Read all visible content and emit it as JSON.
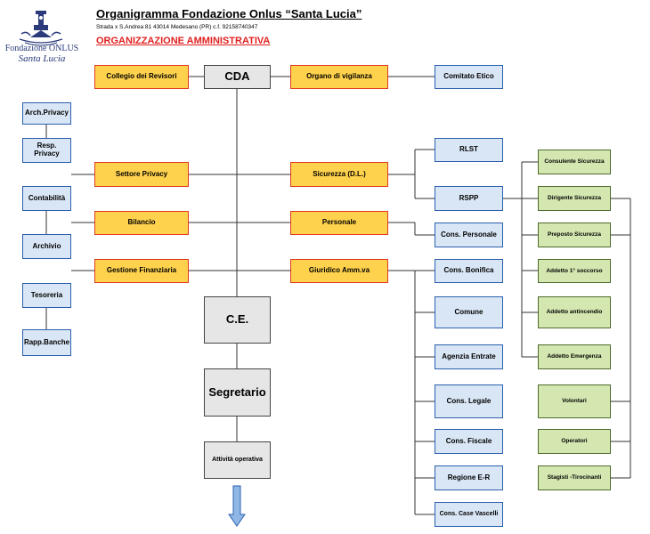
{
  "header": {
    "title": "Organigramma Fondazione Onlus “Santa Lucia”",
    "address": "Strada x S.Andrea 81  43014 Medesano (PR) c.f. 92158740347",
    "section": "ORGANIZZAZIONE AMMINISTRATIVA"
  },
  "logo": {
    "line1": "Fondazione ONLUS",
    "line2": "Santa Lucia"
  },
  "nodes": {
    "cda": "CDA",
    "collegio": "Collegio dei Revisori",
    "vigilanza": "Organo di vigilanza",
    "comitato": "Comitato Etico",
    "arch_privacy": "Arch.Privacy",
    "resp_privacy": "Resp. Privacy",
    "settore_privacy": "Settore Privacy",
    "sicurezza": "Sicurezza (D.L.)",
    "rlst": "RLST",
    "rspp": "RSPP",
    "contabilita": "Contabilità",
    "archivio": "Archivio",
    "bilancio": "Bilancio",
    "personale": "Personale",
    "cons_personale": "Cons. Personale",
    "gestione_fin": "Gestione Finanziaria",
    "giuridico": "Giuridico Amm.va",
    "cons_bonifica": "Cons. Bonifica",
    "tesoreria": "Tesoreria",
    "rapp_banche": "Rapp.Banche",
    "ce": "C.E.",
    "comune": "Comune",
    "agenzia": "Agenzia Entrate",
    "segretario": "Segretario",
    "cons_legale": "Cons. Legale",
    "cons_fiscale": "Cons. Fiscale",
    "regione": "Regione E-R",
    "attivita": "Attività operativa",
    "cons_case": "Cons. Case Vascelli",
    "consulente_sic": "Consulente Sicurezza",
    "dirigente_sic": "Dirigente Sicurezza",
    "preposto_sic": "Preposto Sicurezza",
    "addetto_soccorso": "Addetto 1° soccorso",
    "addetto_antincendio": "Addetto antincendio",
    "addetto_emergenza": "Addetto Emergenza",
    "volontari": "Volontari",
    "operatori": "Operatori",
    "stagisti": "Stagisti -Tirocinanti"
  },
  "colors": {
    "yellow_fill": "#ffd24d",
    "yellow_border": "#e03a1e",
    "blue_fill": "#d9e6f5",
    "blue_border": "#2b5fad",
    "green_fill": "#d4e7b0",
    "green_border": "#4e6b2c",
    "gray_fill": "#e6e6e6",
    "section_text": "#e02020"
  }
}
